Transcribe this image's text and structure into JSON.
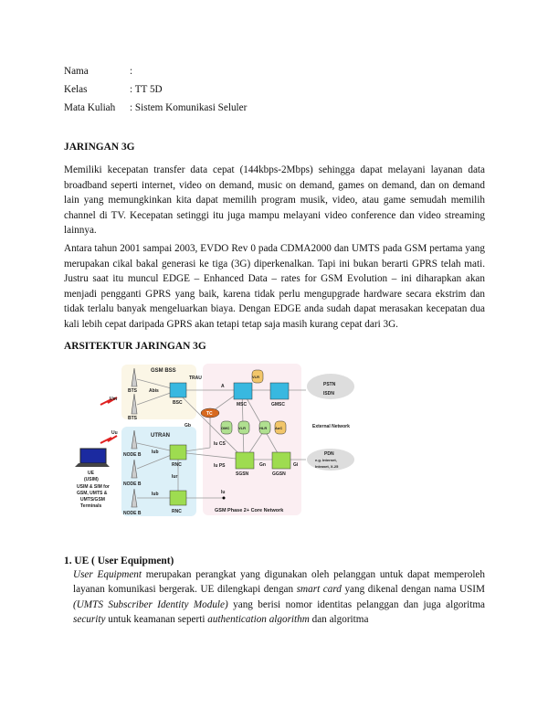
{
  "header": {
    "rows": [
      {
        "label": "Nama",
        "value": ":"
      },
      {
        "label": "Kelas",
        "value": ": TT 5D"
      },
      {
        "label": "Mata Kuliah",
        "value": ": Sistem Komunikasi Seluler"
      }
    ]
  },
  "section1": {
    "title": "JARINGAN 3G",
    "para1": "Memiliki kecepatan transfer data cepat (144kbps-2Mbps) sehingga dapat melayani layanan data broadband seperti internet, video on demand, music on demand, games on demand, dan on demand lain yang memungkinkan kita dapat memilih program musik, video, atau game semudah memilih channel di TV. Kecepatan setinggi itu juga mampu melayani video conference dan video streaming lainnya.",
    "para2": "Antara tahun 2001 sampai 2003, EVDO Rev 0 pada CDMA2000 dan UMTS pada GSM pertama yang merupakan cikal bakal generasi ke tiga (3G) diperkenalkan. Tapi ini bukan berarti GPRS telah mati. Justru saat itu muncul EDGE – Enhanced Data – rates for GSM Evolution – ini diharapkan akan menjadi pengganti GPRS yang baik, karena tidak perlu mengupgrade hardware secara ekstrim dan tidak terlalu banyak mengeluarkan biaya. Dengan EDGE anda sudah dapat merasakan kecepatan dua kali lebih cepat daripada GPRS akan tetapi tetap saja masih kurang cepat dari 3G."
  },
  "section2": {
    "title": "ARSITEKTUR JARINGAN 3G",
    "diagram": {
      "gsm_bss": "GSM BSS",
      "utran": "UTRAN",
      "core": "GSM Phase 2+ Core Network",
      "trau": "TRAU",
      "abis": "Abis",
      "a": "A",
      "um": "Um",
      "uu": "Uu",
      "gb": "Gb",
      "iucs": "Iu CS",
      "iups": "Iu PS",
      "iub": "Iub",
      "iur": "Iur",
      "iu": "Iu",
      "gn": "Gn",
      "gi": "Gi",
      "bts": "BTS",
      "bsc": "BSC",
      "msc": "MSC",
      "gmsc": "GMSC",
      "tc": "TC",
      "vlr": "VLR",
      "omc": "OMC",
      "hlr": "HLR",
      "auc": "AuC",
      "sgsn": "SGSN",
      "ggsn": "GGSN",
      "rnc": "RNC",
      "nodeb": "NODE B",
      "pstn": "PSTN",
      "isdn": "ISDN",
      "external": "External Network",
      "pdn": "PDN",
      "pdn_sub1": "e.g. Internet,",
      "pdn_sub2": "Intranet, X-25",
      "ue": "UE",
      "usim": "(USIM)",
      "ue_desc1": "USIM & SIM for",
      "ue_desc2": "GSM, UMTS &",
      "ue_desc3": "UMTS/GSM",
      "ue_desc4": "Terminals"
    }
  },
  "section3": {
    "title": "1.  UE ( User Equipment)",
    "para_parts": [
      {
        "text": "User Equipment",
        "italic": true
      },
      {
        "text": " merupakan perangkat yang digunakan oleh pelanggan untuk dapat memperoleh layanan komunikasi bergerak. UE dilengkapi dengan ",
        "italic": false
      },
      {
        "text": "smart card",
        "italic": true
      },
      {
        "text": " yang dikenal dengan nama USIM ",
        "italic": false
      },
      {
        "text": "(UMTS Subscriber Identity Module)",
        "italic": true
      },
      {
        "text": " yang berisi nomor identitas pelanggan dan juga algoritma ",
        "italic": false
      },
      {
        "text": "security",
        "italic": true
      },
      {
        "text": " untuk keamanan seperti ",
        "italic": false
      },
      {
        "text": "authentication algorithm",
        "italic": true
      },
      {
        "text": " dan algoritma",
        "italic": false
      }
    ]
  }
}
